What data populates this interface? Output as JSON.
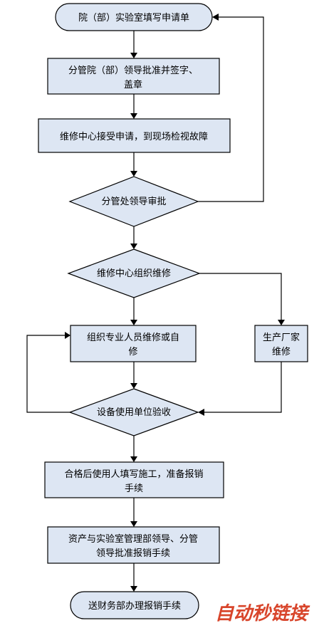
{
  "flowchart": {
    "start": "院（部）实验室填写申请单",
    "step_sign": [
      "分管院（部）领导批准并签字、",
      "盖章"
    ],
    "step_inspect": "维修中心接受申请，到现场检视故障",
    "decision_approve": "分管处领导审批",
    "decision_repair": "维修中心组织维修",
    "step_self_repair": [
      "组织专业人员维修或自",
      "修"
    ],
    "step_vendor": [
      "生产厂家",
      "维修"
    ],
    "decision_accept": "设备使用单位验收",
    "step_reimburse_form": [
      "合格后使用人填写施工，准备报销",
      "手续"
    ],
    "step_leaders": [
      "资产与实验室管理部领导、分管",
      "领导批准报销手续"
    ],
    "end": "送财务部办理报销手续"
  },
  "watermark": "自动秒链接",
  "colors": {
    "box_fill": "#dde6f3",
    "watermark": "#d8452b"
  }
}
